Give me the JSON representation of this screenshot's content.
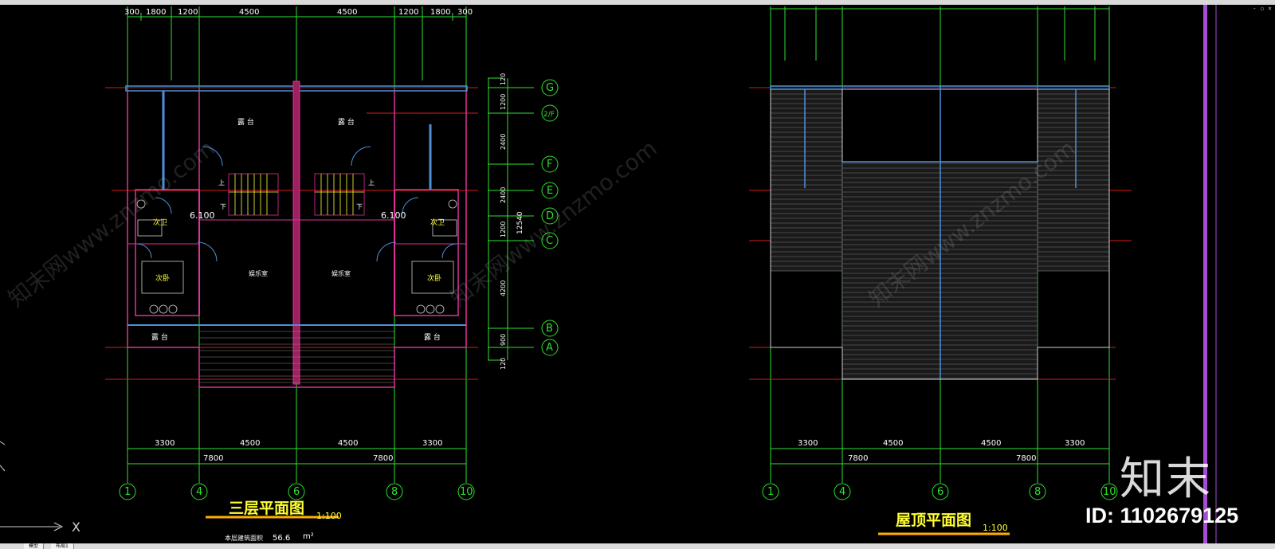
{
  "window": {
    "corner_controls": "- ▫ ×"
  },
  "colors": {
    "grid": "#2fe02f",
    "wall_blue": "#4f8fd8",
    "wall_pink": "#e0309a",
    "axis_red": "#d81b1b",
    "title_yellow": "#ffff33",
    "underline": "#ffae00",
    "scrollbar": "#a64bd6"
  },
  "plan_left": {
    "top_dims": [
      "300",
      "1800",
      "1200",
      "4500",
      "4500",
      "1200",
      "1800",
      "300"
    ],
    "bottom_dims": [
      "3300",
      "4500",
      "4500",
      "3300"
    ],
    "total_dims": [
      "7800",
      "7800"
    ],
    "axis_numbers": [
      "1",
      "4",
      "6",
      "8",
      "10"
    ],
    "row_axes": [
      "G",
      "2/F",
      "F",
      "E",
      "D",
      "C",
      "B",
      "A"
    ],
    "side_dims": [
      "120",
      "1200",
      "2400",
      "2400",
      "1200",
      "4200",
      "900",
      "120"
    ],
    "side_total": "12540",
    "rooms": {
      "terrace_top_left": "露 台",
      "terrace_top_right": "露 台",
      "bath_left": "次卫",
      "bath_right": "次卫",
      "bedroom_left": "次卧",
      "bedroom_right": "次卧",
      "rec_left": "娱乐室",
      "rec_right": "娱乐室",
      "terrace_bottom_left": "露 台",
      "terrace_bottom_right": "露 台",
      "elev_left": "6.100",
      "elev_right": "6.100",
      "up_left": "上",
      "down_left": "下",
      "up_right": "上",
      "down_right": "下"
    },
    "title": "三层平面图",
    "scale": "1:100",
    "area_label": "本层建筑面积",
    "area_value": "56.6",
    "area_unit": "m²"
  },
  "plan_right": {
    "bottom_dims": [
      "3300",
      "4500",
      "4500",
      "3300"
    ],
    "total_dims": [
      "7800",
      "7800"
    ],
    "axis_numbers": [
      "1",
      "4",
      "6",
      "8",
      "10"
    ],
    "title": "屋顶平面图",
    "scale": "1:100"
  },
  "watermarks": {
    "site_left": "知末网www.znzmo.com",
    "site_mid": "知末网www.znzmo.com",
    "site_right": "知末网www.znzmo.com",
    "brand": "知末",
    "id_text": "ID: 1102679125"
  },
  "tabs": [
    "模型",
    "布局1"
  ]
}
